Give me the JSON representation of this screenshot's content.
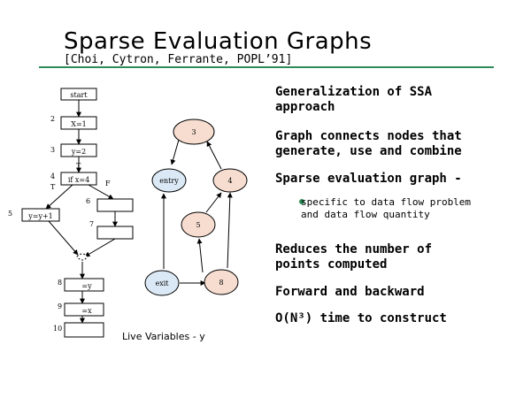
{
  "slide": {
    "title": "Sparse Evaluation Graphs",
    "citation": "[Choi, Cytron, Ferrante, POPL’91]"
  },
  "bullets": [
    "Generalization of SSA approach",
    "Graph connects nodes that generate, use and combine",
    "Sparse evaluation graph -",
    "Reduces the number of points computed",
    "Forward and backward",
    "O(N³) time to construct"
  ],
  "sub_bullet": "specific to data flow problem and data flow quantity",
  "cfg": {
    "nodes": {
      "start": "start",
      "n2": "X=1",
      "n3": "y=2",
      "n4": "if x=4",
      "n5": "y=y+1",
      "n6": "",
      "n7": "",
      "n8": "=y",
      "n9": "=x",
      "n10": ""
    },
    "numbers": [
      "2",
      "3",
      "4",
      "5",
      "6",
      "7",
      "8",
      "9",
      "10"
    ],
    "labels": {
      "T1": "T",
      "T2": "T",
      "F": "F"
    }
  },
  "seg": {
    "nodes": [
      "3",
      "entry",
      "4",
      "5",
      "exit",
      "8"
    ],
    "colors": {
      "salmon": "#f6ddd0",
      "blue": "#dbe9f6"
    }
  },
  "caption": "Live Variables - y"
}
